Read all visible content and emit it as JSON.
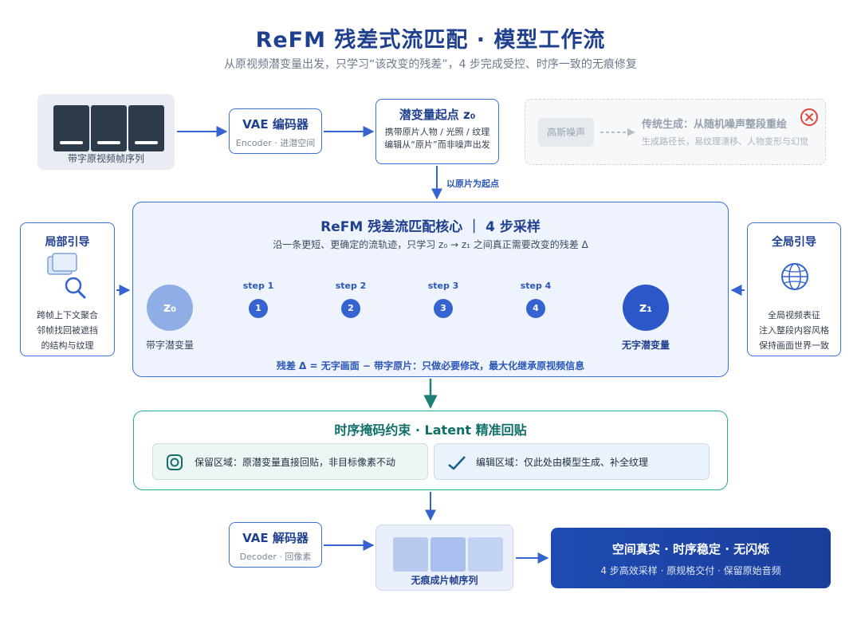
{
  "header": {
    "title": "ReFM 残差式流匹配 · 模型工作流",
    "subtitle": "从原视频潜变量出发，只学习“该改变的残差”，4 步完成受控、时序一致的无痕修复"
  },
  "source": {
    "label": "带字原视频帧序列"
  },
  "vae_encoder": {
    "title": "VAE 编码器",
    "sub": "Encoder · 进潜空间"
  },
  "latent_start": {
    "title": "潜变量起点 z₀",
    "line1": "携带原片人物 / 光照 / 纹理",
    "line2": "编辑从“原片”而非噪声出发"
  },
  "traditional": {
    "noise": "高斯噪声",
    "title": "传统生成：从随机噪声整段重绘",
    "desc": "生成路径长，易纹理漂移、人物变形与幻觉"
  },
  "start_label": "以原片为起点",
  "core": {
    "title": "ReFM 残差流匹配核心 ｜ 4 步采样",
    "sub": "沿一条更短、更确定的流轨迹，只学习 z₀ → z₁ 之间真正需要改变的残差 Δ",
    "residual": "残差 Δ = 无字画面 − 带字原片：只做必要修改，最大化继承原视频信息",
    "z0": "z₀",
    "z0_label": "带字潜变量",
    "z1": "z₁",
    "z1_label": "无字潜变量",
    "steps": [
      {
        "label": "step 1",
        "num": "1"
      },
      {
        "label": "step 2",
        "num": "2"
      },
      {
        "label": "step 3",
        "num": "3"
      },
      {
        "label": "step 4",
        "num": "4"
      }
    ]
  },
  "local_guide": {
    "title": "局部引导",
    "lines": [
      "跨帧上下文聚合",
      "邻帧找回被遮挡",
      "的结构与纹理"
    ]
  },
  "global_guide": {
    "title": "全局引导",
    "lines": [
      "全局视频表征",
      "注入整段内容风格",
      "保持画面世界一致"
    ]
  },
  "mask": {
    "title": "时序掩码约束 · Latent 精准回贴",
    "keep": "保留区域：原潜变量直接回贴，非目标像素不动",
    "edit": "编辑区域：仅此处由模型生成、补全纹理"
  },
  "vae_decoder": {
    "title": "VAE 解码器",
    "sub": "Decoder · 回像素"
  },
  "output": {
    "label": "无痕成片帧序列"
  },
  "result": {
    "title": "空间真实 · 时序稳定 · 无闪烁",
    "sub": "4 步高效采样 · 原规格交付 · 保留原始音频"
  },
  "icons": {
    "keep_region": "camera-icon",
    "edit_region": "check-icon",
    "local_guide": "layers-search-icon",
    "global_guide": "globe-icon",
    "traditional": "cancel-icon"
  },
  "colors": {
    "primary": "#1f3f8f",
    "accent": "#3b6fd8",
    "teal": "#2aa89c",
    "warning": "#e0463a"
  }
}
